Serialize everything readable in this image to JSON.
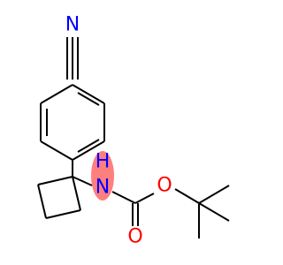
{
  "molecule": {
    "atoms": {
      "nitrile_n": {
        "symbol": "N",
        "color": "#0000ff"
      },
      "amide_n": {
        "symbol": "NH",
        "color": "#0000ff",
        "highlight": "#ff6f6f"
      },
      "ester_o": {
        "symbol": "O",
        "color": "#ff0000"
      },
      "carbonyl_o": {
        "symbol": "O",
        "color": "#ff0000"
      }
    },
    "bond_color": "#000000"
  }
}
